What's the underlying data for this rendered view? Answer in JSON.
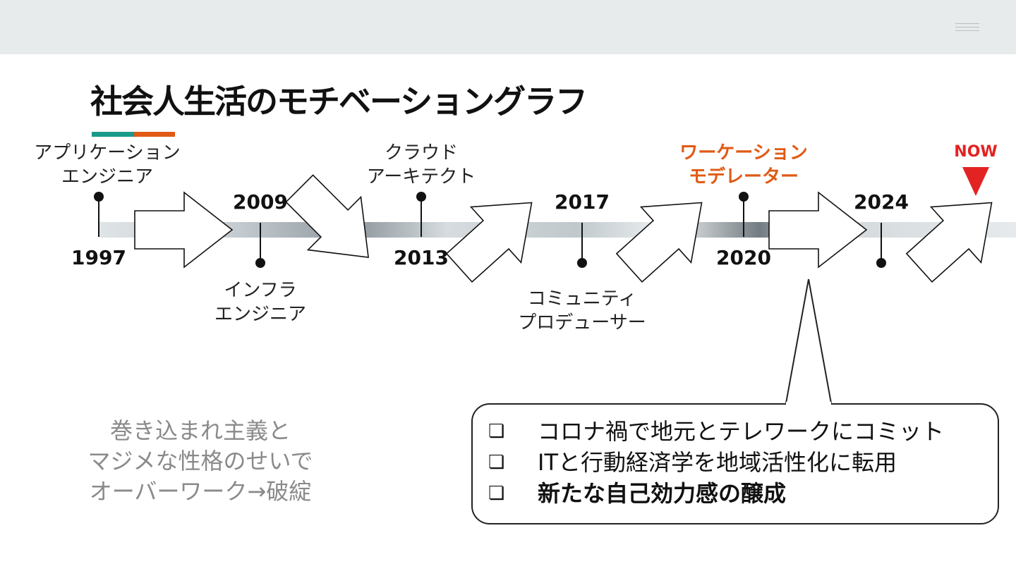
{
  "title": "社会人生活のモチベーショングラフ",
  "colors": {
    "accent_teal": "#1a9a8a",
    "accent_orange": "#e05a14",
    "highlight": "#e05a14",
    "now": "#e32222"
  },
  "timeline": {
    "events": [
      {
        "year": "1997",
        "role": [
          "アプリケーション",
          "エンジニア"
        ],
        "highlight": false
      },
      {
        "year": "2009",
        "role": [
          "インフラ",
          "エンジニア"
        ],
        "highlight": false
      },
      {
        "year": "2013",
        "role": [
          "クラウド",
          "アーキテクト"
        ],
        "highlight": false
      },
      {
        "year": "2017",
        "role": [
          "コミュニティ",
          "プロデューサー"
        ],
        "highlight": false
      },
      {
        "year": "2020",
        "role": [
          "ワーケーション",
          "モデレーター"
        ],
        "highlight": true
      },
      {
        "year": "2024",
        "role": [],
        "highlight": false
      }
    ],
    "now_label": "NOW",
    "motivation_arrows": [
      "right",
      "down-right",
      "up-right",
      "up-right",
      "right",
      "up-right"
    ]
  },
  "quote": {
    "lines": [
      "巻き込まれ主義と",
      "マジメな性格のせいで",
      "オーバーワーク→破綻"
    ]
  },
  "callout": {
    "bullet_icon": "checkbox-icon",
    "items": [
      {
        "text": "コロナ禍で地元とテレワークにコミット",
        "bold": false
      },
      {
        "text": "ITと行動経済学を地域活性化に転用",
        "bold": false
      },
      {
        "text": "新たな自己効力感の醸成",
        "bold": true
      }
    ]
  }
}
